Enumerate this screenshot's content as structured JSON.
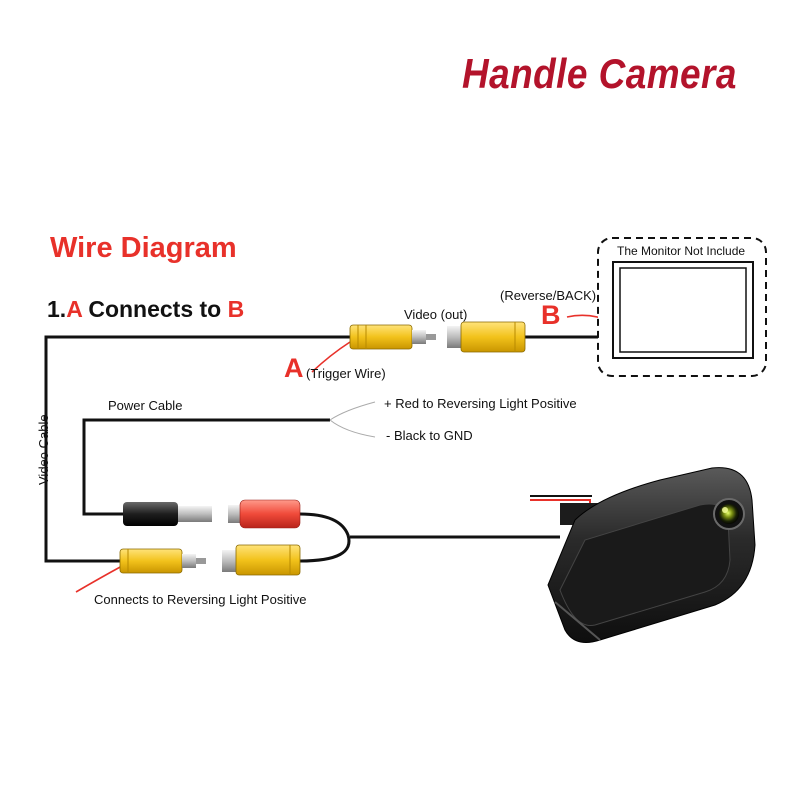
{
  "title": "Handle Camera",
  "heading": "Wire Diagram",
  "connects": {
    "prefix": "1.",
    "a": "A",
    "middle": " Connects to ",
    "b": "B"
  },
  "labels": {
    "video_out": "Video (out)",
    "reverse_back": "(Reverse/BACK)",
    "b_marker": "B",
    "a_marker": "A",
    "trigger_wire": "(Trigger Wire)",
    "power_cable": "Power Cable",
    "red_positive": "+ Red to Reversing Light Positive",
    "black_gnd": "- Black to GND",
    "video_cable": "Video Cable",
    "reversing_light": "Connects to Reversing Light Positive",
    "monitor_note": "The Monitor Not Include"
  },
  "colors": {
    "title": "#b3132b",
    "accent": "#e8312a",
    "rca_yellow": "#f2c21b",
    "wire": "#111111",
    "camera_body": "#2b2b2b"
  }
}
